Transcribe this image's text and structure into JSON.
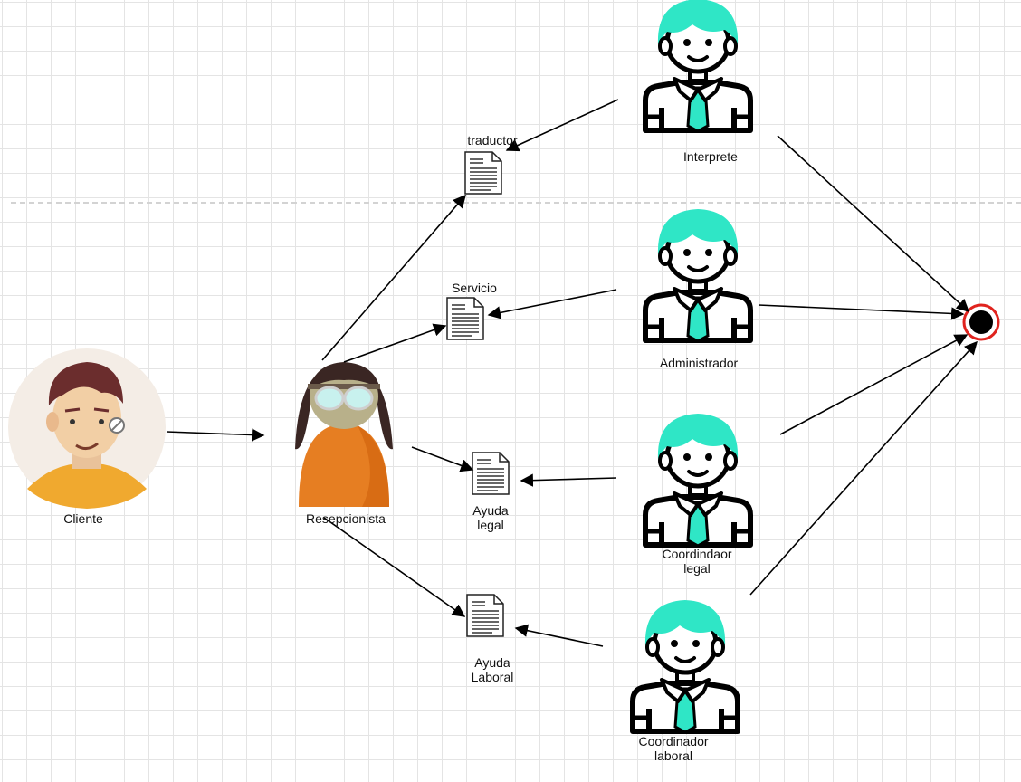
{
  "actors": {
    "cliente": "Cliente",
    "recepcionista": "Resepcionista",
    "interprete": "Interprete",
    "administrador": "Administrador",
    "coord_legal": "Coordindaor\nlegal",
    "coord_laboral": "Coordinador\nlaboral"
  },
  "documents": {
    "traductor": "traductor",
    "servicio": "Servicio",
    "ayuda_legal": "Ayuda\nlegal",
    "ayuda_laboral": "Ayuda\nLaboral"
  },
  "colors": {
    "worker_hair": "#2fe6c6",
    "worker_outline": "#000000",
    "end_node_ring": "#e0231e",
    "receptionist_body": "#e67e22",
    "client_shirt": "#f0a92f",
    "client_bg": "#f4ede6"
  },
  "icons": [
    "user-worker-icon",
    "document-icon",
    "end-node-icon"
  ]
}
